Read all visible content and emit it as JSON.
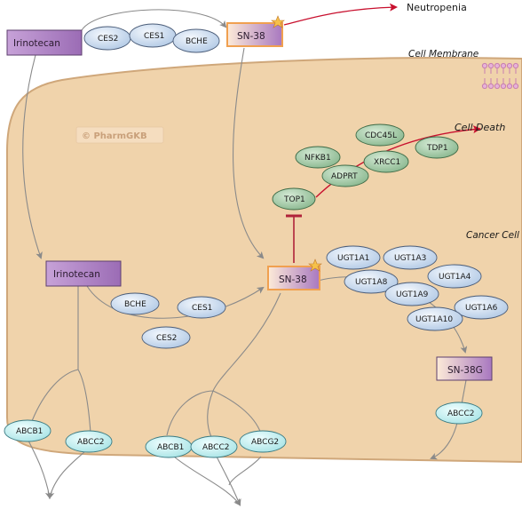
{
  "outcomes": {
    "neutropenia": "Neutropenia",
    "cell_death": "Cell Death"
  },
  "labels": {
    "cell_membrane": "Cell Membrane",
    "cancer_cell": "Cancer Cell",
    "watermark": "© PharmGKB"
  },
  "drugs": {
    "irinotecan_outside": "Irinotecan",
    "sn38_outside": "SN-38",
    "irinotecan_inside": "Irinotecan",
    "sn38_inside": "SN-38",
    "sn38g": "SN-38G"
  },
  "enzymes": {
    "ces2_top": "CES2",
    "ces1_top": "CES1",
    "bche_top": "BCHE",
    "bche_inner": "BCHE",
    "ces1_inner": "CES1",
    "ces2_inner": "CES2"
  },
  "targets": {
    "top1": "TOP1",
    "nfkb1": "NFKB1",
    "cdc45l": "CDC45L",
    "tdp1": "TDP1",
    "adprt": "ADPRT",
    "xrcc1": "XRCC1"
  },
  "ugts": {
    "ugt1a1": "UGT1A1",
    "ugt1a3": "UGT1A3",
    "ugt1a8": "UGT1A8",
    "ugt1a4": "UGT1A4",
    "ugt1a9": "UGT1A9",
    "ugt1a6": "UGT1A6",
    "ugt1a10": "UGT1A10"
  },
  "transporters": {
    "abcb1_left": "ABCB1",
    "abcc2_left": "ABCC2",
    "abcb1_mid": "ABCB1",
    "abcc2_mid": "ABCC2",
    "abcg2_mid": "ABCG2",
    "abcc2_right": "ABCC2"
  },
  "colors": {
    "cell_fill": "#f0d3ab",
    "cell_stroke": "#cfa77a",
    "drug_purple": "#a878c0",
    "drug_border_orange": "#f0a050",
    "enzyme_blue": "#c8daf0",
    "target_green": "#9fc7a2",
    "transporter_cyan": "#bfeeee",
    "death_arrow": "#c8102e",
    "inhibit_bar": "#b0233a",
    "arrow_gray": "#8a8a8a"
  }
}
